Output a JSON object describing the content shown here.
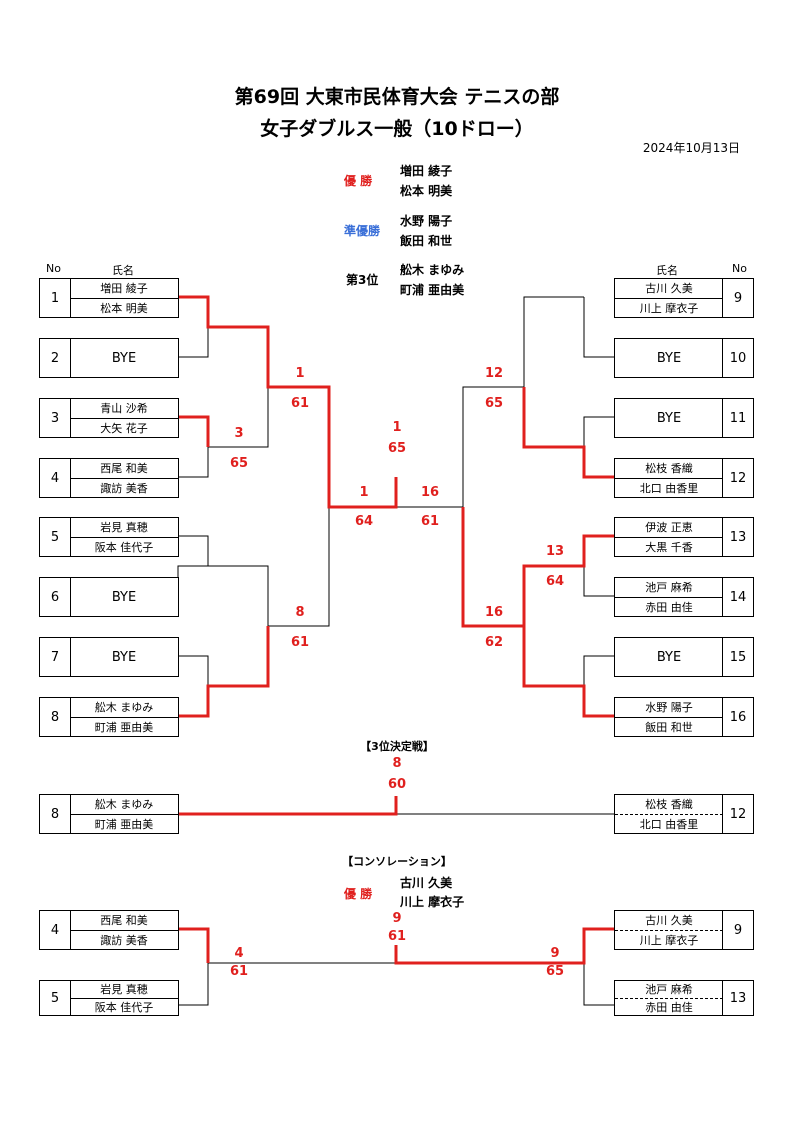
{
  "title": "第69回 大東市民体育大会 テニスの部",
  "subtitle": "女子ダブルス一般（10ドロー）",
  "date": "2024年10月13日",
  "results": {
    "champion_label": "優 勝",
    "champion": [
      "増田 綾子",
      "松本 明美"
    ],
    "runnerup_label": "準優勝",
    "runnerup": [
      "水野 陽子",
      "飯田 和世"
    ],
    "third_label": "第3位",
    "third": [
      "舩木 まゆみ",
      "町浦 亜由美"
    ]
  },
  "headers": {
    "no": "No",
    "name": "氏名"
  },
  "left_entries": [
    {
      "no": "1",
      "p1": "増田 綾子",
      "p2": "松本 明美"
    },
    {
      "no": "2",
      "bye": "BYE"
    },
    {
      "no": "3",
      "p1": "青山 沙希",
      "p2": "大矢 花子"
    },
    {
      "no": "4",
      "p1": "西尾 和美",
      "p2": "諏訪 美香"
    },
    {
      "no": "5",
      "p1": "岩見 真穂",
      "p2": "阪本 佳代子"
    },
    {
      "no": "6",
      "bye": "BYE"
    },
    {
      "no": "7",
      "bye": "BYE"
    },
    {
      "no": "8",
      "p1": "舩木 まゆみ",
      "p2": "町浦 亜由美"
    }
  ],
  "right_entries": [
    {
      "no": "9",
      "p1": "古川 久美",
      "p2": "川上 摩衣子"
    },
    {
      "no": "10",
      "bye": "BYE"
    },
    {
      "no": "11",
      "bye": "BYE"
    },
    {
      "no": "12",
      "p1": "松枝 香織",
      "p2": "北口 由香里"
    },
    {
      "no": "13",
      "p1": "伊波 正恵",
      "p2": "大黒 千香"
    },
    {
      "no": "14",
      "p1": "池戸 麻希",
      "p2": "赤田 由佳"
    },
    {
      "no": "15",
      "bye": "BYE"
    },
    {
      "no": "16",
      "p1": "水野 陽子",
      "p2": "飯田 和世"
    }
  ],
  "scores": {
    "l_r1_a_w": "3",
    "l_r1_a_s": "65",
    "l_r2_a_w": "1",
    "l_r2_a_s": "61",
    "l_r2_b_w": "8",
    "l_r2_b_s": "61",
    "l_sf_w": "1",
    "l_sf_s": "64",
    "r_sf_w": "16",
    "r_sf_s": "61",
    "r_r2_a_w": "12",
    "r_r2_a_s": "65",
    "r_r1_b_w": "13",
    "r_r1_b_s": "64",
    "r_r2_b_w": "16",
    "r_r2_b_s": "62",
    "final_w": "1",
    "final_s": "65"
  },
  "third_place": {
    "heading": "【3位決定戦】",
    "winner": "8",
    "score": "60",
    "left": {
      "no": "8",
      "p1": "舩木 まゆみ",
      "p2": "町浦 亜由美"
    },
    "right": {
      "no": "12",
      "p1": "松枝 香織",
      "p2": "北口 由香里"
    }
  },
  "consolation": {
    "heading": "【コンソレーション】",
    "champion_label": "優 勝",
    "champion": [
      "古川 久美",
      "川上 摩衣子"
    ],
    "final_w": "9",
    "final_s": "61",
    "left_w": "4",
    "left_s": "61",
    "right_w": "9",
    "right_s": "65",
    "left": [
      {
        "no": "4",
        "p1": "西尾 和美",
        "p2": "諏訪 美香"
      },
      {
        "no": "5",
        "p1": "岩見 真穂",
        "p2": "阪本 佳代子"
      }
    ],
    "right": [
      {
        "no": "9",
        "p1": "古川 久美",
        "p2": "川上 摩衣子"
      },
      {
        "no": "13",
        "p1": "池戸 麻希",
        "p2": "赤田 由佳"
      }
    ]
  },
  "colors": {
    "win_line": "#e0201e",
    "runnerup_label": "#3a6fd8"
  }
}
